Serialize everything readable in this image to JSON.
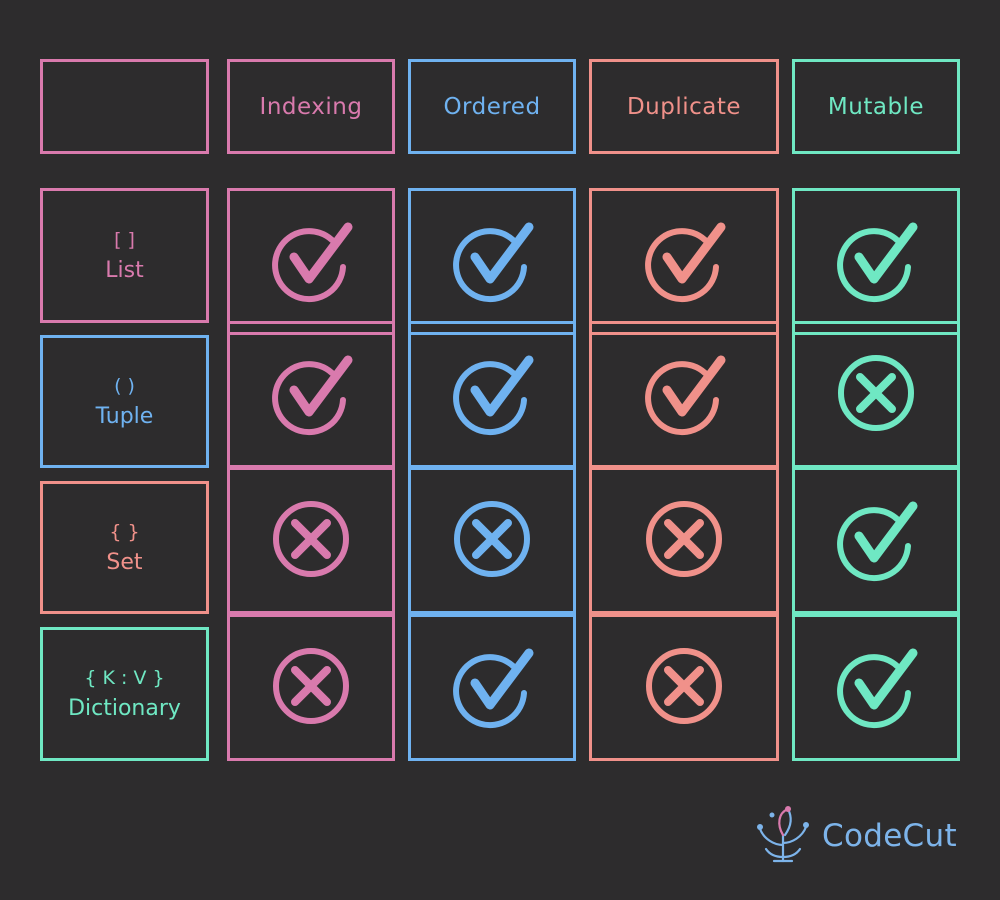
{
  "colors": {
    "background": "#2d2c2d",
    "pink": "#d97aad",
    "blue": "#6fb2f0",
    "salmon": "#f0918a",
    "mint": "#6fe8c3"
  },
  "columns": [
    {
      "label": "Indexing",
      "color": "#d97aad"
    },
    {
      "label": "Ordered",
      "color": "#6fb2f0"
    },
    {
      "label": "Duplicate",
      "color": "#f0918a"
    },
    {
      "label": "Mutable",
      "color": "#6fe8c3"
    }
  ],
  "rows": [
    {
      "symbol": "[ ]",
      "name": "List",
      "color": "#d97aad",
      "values": [
        "check",
        "check",
        "check",
        "check"
      ]
    },
    {
      "symbol": "( )",
      "name": "Tuple",
      "color": "#6fb2f0",
      "values": [
        "check",
        "check",
        "check",
        "cross"
      ]
    },
    {
      "symbol": "{ }",
      "name": "Set",
      "color": "#f0918a",
      "values": [
        "cross",
        "cross",
        "cross",
        "check"
      ]
    },
    {
      "symbol": "{ K : V }",
      "name": "Dictionary",
      "color": "#6fe8c3",
      "values": [
        "cross",
        "check",
        "cross",
        "check"
      ]
    }
  ],
  "icons": {
    "check": "check-circle-icon",
    "cross": "x-circle-icon"
  },
  "logo": {
    "text": "CodeCut",
    "icon": "plant-circuit-icon"
  }
}
